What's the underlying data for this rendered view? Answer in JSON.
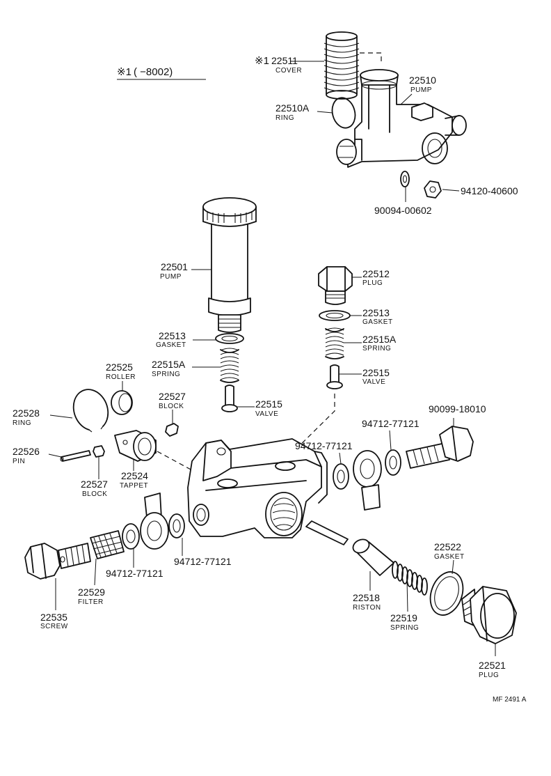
{
  "note": {
    "mark": "※1",
    "text": "(      −8002)"
  },
  "footer_code": "MF  2491 A",
  "parts": [
    {
      "id": "cover-22511",
      "prefix": "※1",
      "number": "22511",
      "name": "COVER"
    },
    {
      "id": "pump-22510",
      "number": "22510",
      "name": "PUMP"
    },
    {
      "id": "ring-22510a",
      "number": "22510A",
      "name": "RING"
    },
    {
      "id": "nut-94120",
      "number": "94120-40600",
      "name": ""
    },
    {
      "id": "washer-90094",
      "number": "90094-00602",
      "name": ""
    },
    {
      "id": "pump-22501",
      "number": "22501",
      "name": "PUMP"
    },
    {
      "id": "plug-22512",
      "number": "22512",
      "name": "PLUG"
    },
    {
      "id": "gasket-22513-right",
      "number": "22513",
      "name": "GASKET"
    },
    {
      "id": "gasket-22513-left",
      "number": "22513",
      "name": "GASKET"
    },
    {
      "id": "spring-22515a-right",
      "number": "22515A",
      "name": "SPRING"
    },
    {
      "id": "spring-22515a-left",
      "number": "22515A",
      "name": "SPRING"
    },
    {
      "id": "valve-22515-right",
      "number": "22515",
      "name": "VALVE"
    },
    {
      "id": "valve-22515-left",
      "number": "22515",
      "name": "VALVE"
    },
    {
      "id": "roller-22525",
      "number": "22525",
      "name": "ROLLER"
    },
    {
      "id": "block-22527-top",
      "number": "22527",
      "name": "BLOCK"
    },
    {
      "id": "block-22527-bottom",
      "number": "22527",
      "name": "BLOCK"
    },
    {
      "id": "ring-22528",
      "number": "22528",
      "name": "RING"
    },
    {
      "id": "pin-22526",
      "number": "22526",
      "name": "PIN"
    },
    {
      "id": "tappet-22524",
      "number": "22524",
      "name": "TAPPET"
    },
    {
      "id": "bolt-90099",
      "number": "90099-18010",
      "name": ""
    },
    {
      "id": "gasket-94712-a",
      "number": "94712-77121",
      "name": ""
    },
    {
      "id": "gasket-94712-b",
      "number": "94712-77121",
      "name": ""
    },
    {
      "id": "gasket-94712-c",
      "number": "94712-77121",
      "name": ""
    },
    {
      "id": "gasket-94712-d",
      "number": "94712-77121",
      "name": ""
    },
    {
      "id": "filter-22529",
      "number": "22529",
      "name": "FILTER"
    },
    {
      "id": "screw-22535",
      "number": "22535",
      "name": "SCREW"
    },
    {
      "id": "piston-22518",
      "number": "22518",
      "name": "RISTON"
    },
    {
      "id": "spring-22519",
      "number": "22519",
      "name": "SPRING"
    },
    {
      "id": "gasket-22522",
      "number": "22522",
      "name": "GASKET"
    },
    {
      "id": "plug-22521",
      "number": "22521",
      "name": "PLUG"
    }
  ]
}
